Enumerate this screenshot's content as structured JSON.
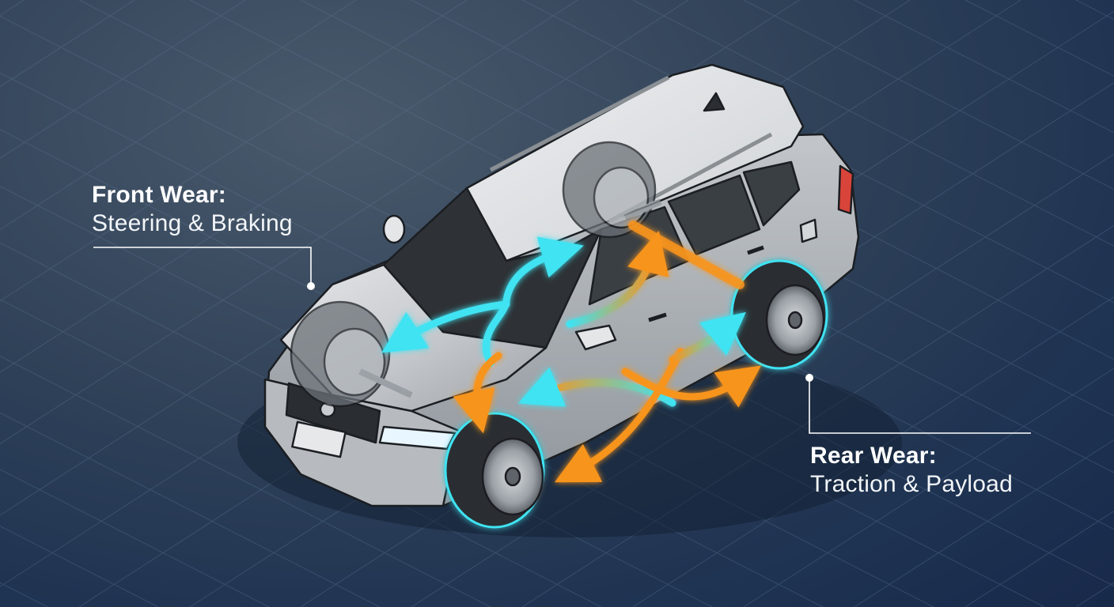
{
  "labels": {
    "front": {
      "title": "Front Wear:",
      "subtitle": "Steering & Braking"
    },
    "rear": {
      "title": "Rear Wear:",
      "subtitle": "Traction & Payload"
    }
  },
  "colors": {
    "background": "#24374f",
    "grid": "#5f7a96",
    "car_body": "#c9ccd0",
    "car_outline": "#1b1e22",
    "glass": "#2e3236",
    "tire": "#2a2d31",
    "arrow_cyan": "#3fe3f2",
    "arrow_orange": "#f7941d",
    "callout_line": "#ffffff"
  }
}
